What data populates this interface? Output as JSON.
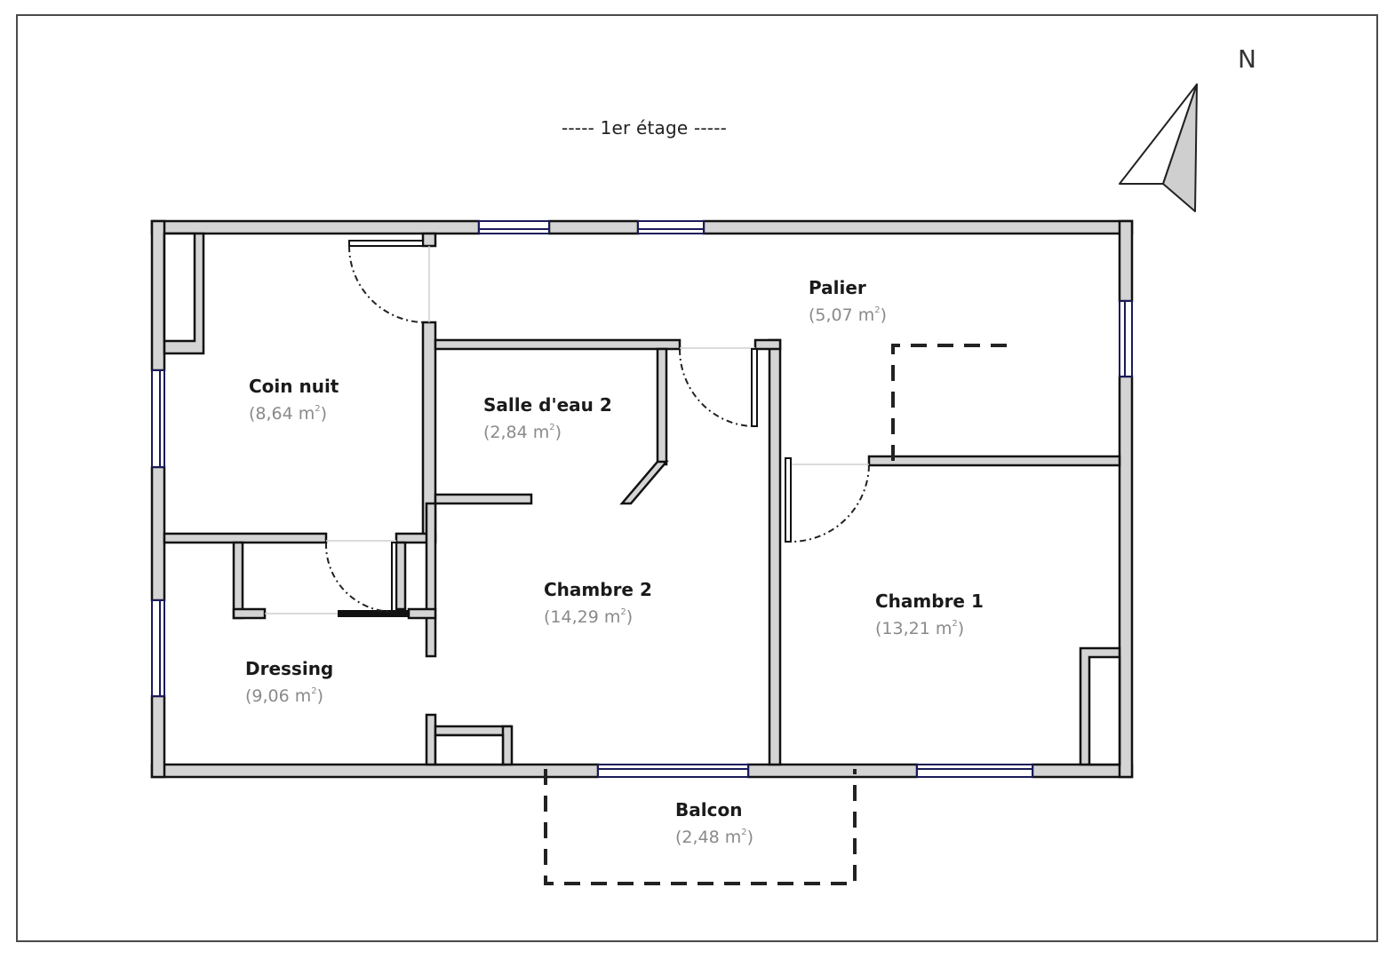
{
  "plan": {
    "floor_title": "-----  1er étage  -----",
    "north_label": "N",
    "area_unit": "m",
    "area_exponent": "2",
    "colors": {
      "wall_fill": "#d4d4d4",
      "wall_stroke": "#111111",
      "window_stroke": "#1a1a5a",
      "frame": "#4a4a4a",
      "room_name": "#1a1a1a",
      "room_area": "#8a8a8a"
    },
    "rooms": [
      {
        "id": "palier",
        "name": "Palier",
        "area": "(5,07 m",
        "area_close": ")"
      },
      {
        "id": "coin-nuit",
        "name": "Coin nuit",
        "area": "(8,64 m",
        "area_close": ")"
      },
      {
        "id": "salle-deau-2",
        "name": "Salle d'eau 2",
        "area": "(2,84 m",
        "area_close": ")"
      },
      {
        "id": "chambre-2",
        "name": "Chambre 2",
        "area": "(14,29 m",
        "area_close": ")"
      },
      {
        "id": "chambre-1",
        "name": "Chambre 1",
        "area": "(13,21 m",
        "area_close": ")"
      },
      {
        "id": "dressing",
        "name": "Dressing",
        "area": "(9,06 m",
        "area_close": ")"
      },
      {
        "id": "balcon",
        "name": "Balcon",
        "area": "(2,48 m",
        "area_close": ")"
      }
    ]
  }
}
